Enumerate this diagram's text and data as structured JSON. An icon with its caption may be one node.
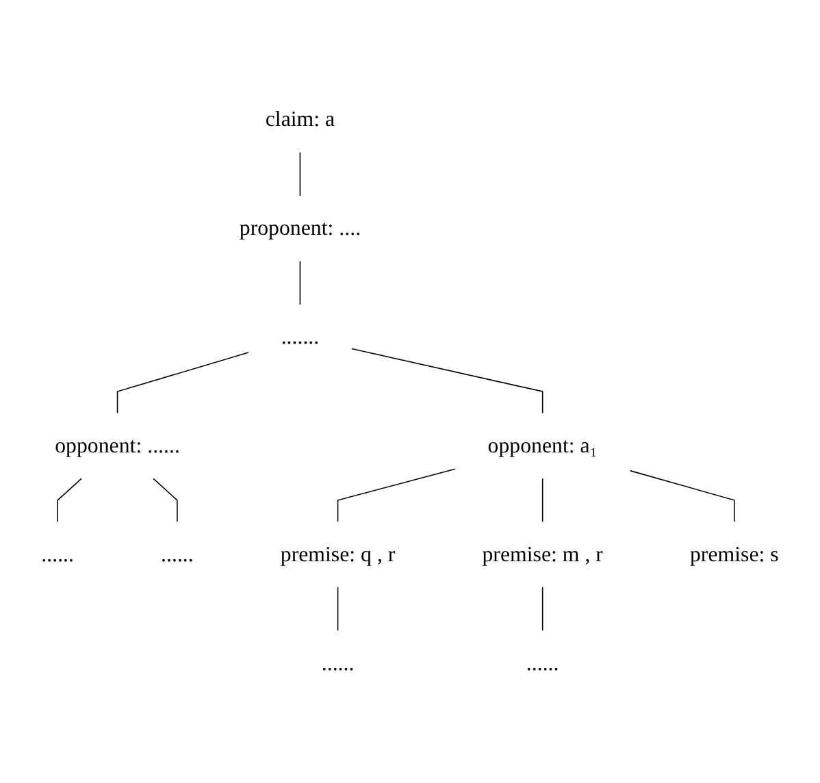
{
  "diagram": {
    "nodes": [
      {
        "text": [
          "claim: a"
        ]
      },
      {
        "text": [
          "proponent: ...."
        ]
      },
      {
        "text": [
          "......."
        ]
      },
      {
        "text": [
          "opponent: a₁"
        ]
      },
      {
        "text": [
          "opponent: ......"
        ]
      },
      {
        "text": [
          "......"
        ]
      },
      {
        "text": [
          "......"
        ]
      },
      {
        "text": [
          "premise: q , r"
        ]
      },
      {
        "text": [
          "premise: m , r"
        ]
      },
      {
        "text": [
          "premise: s"
        ]
      },
      {
        "text": [
          "......"
        ]
      },
      {
        "text": [
          "......"
        ]
      }
    ],
    "edges": [
      {
        "from": 0,
        "to": 1,
        "arrow": "none"
      },
      {
        "from": 1,
        "to": 2,
        "arrow": "none"
      },
      {
        "from": 2,
        "to": 3,
        "arrow": "none"
      },
      {
        "from": 2,
        "to": 4,
        "arrow": "none"
      },
      {
        "from": 4,
        "to": 5,
        "arrow": "none"
      },
      {
        "from": 4,
        "to": 6,
        "arrow": "none"
      },
      {
        "from": 3,
        "to": 7,
        "arrow": "none"
      },
      {
        "from": 3,
        "to": 8,
        "arrow": "none"
      },
      {
        "from": 3,
        "to": 9,
        "arrow": "none"
      },
      {
        "from": 7,
        "to": 10,
        "arrow": "none"
      },
      {
        "from": 8,
        "to": 11,
        "arrow": "none"
      }
    ]
  }
}
